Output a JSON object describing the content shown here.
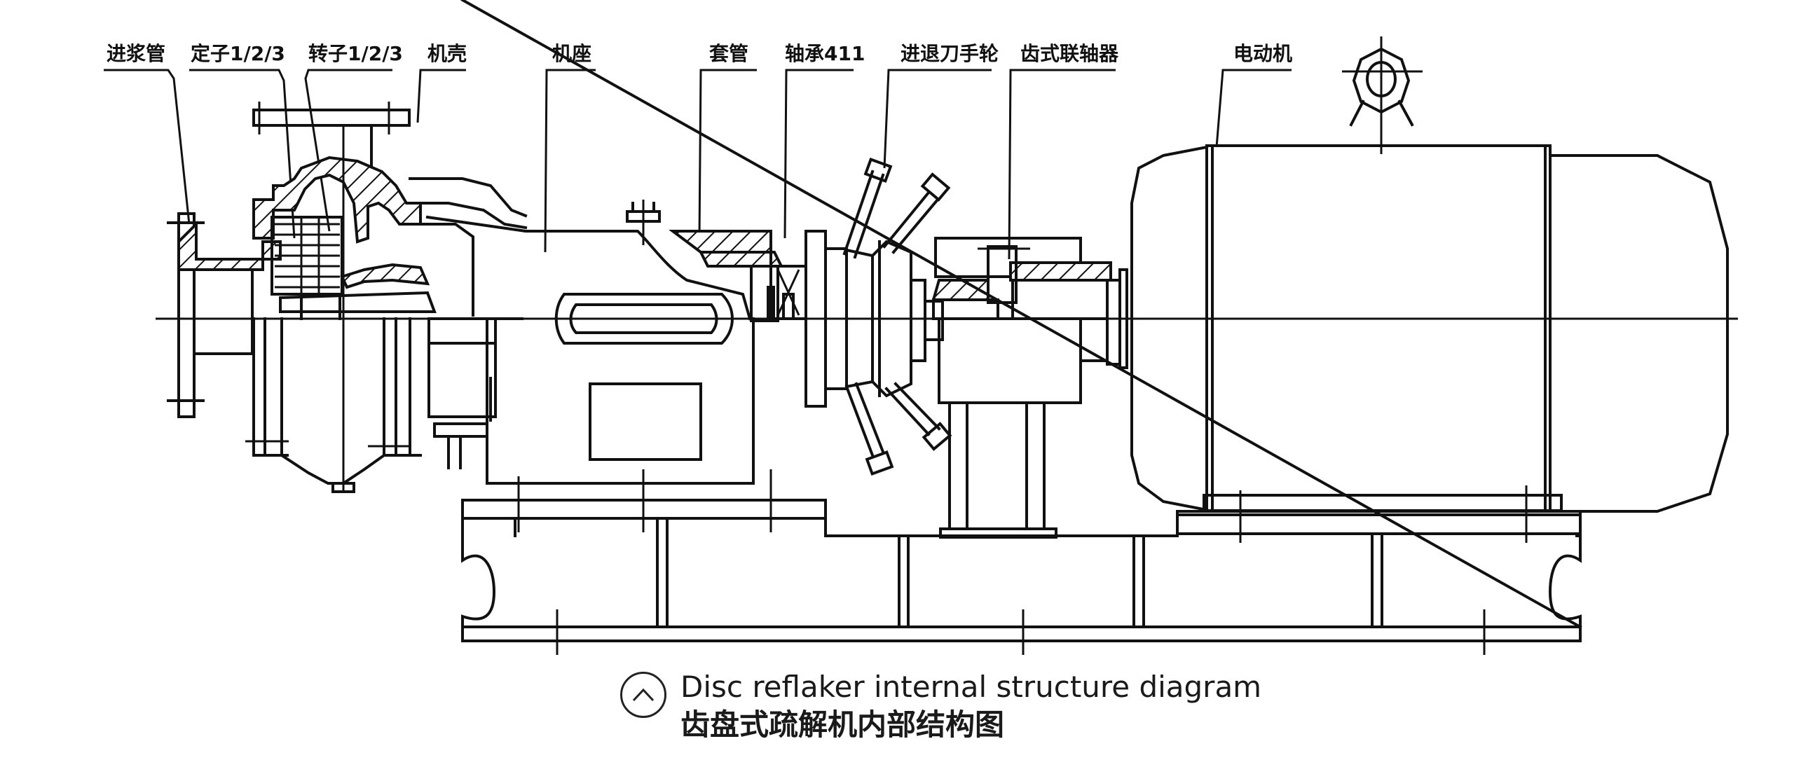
{
  "diagram": {
    "title": "Disc reflaker internal structure diagram",
    "title_zh": "齿盘式疏解机内部结构图",
    "collapse_icon": "chevron-up-icon",
    "line_color": "#111111",
    "background": "#ffffff",
    "callouts": [
      {
        "id": "inlet-pipe",
        "label": "进浆管"
      },
      {
        "id": "stator",
        "label": "定子1/2/3"
      },
      {
        "id": "rotor",
        "label": "转子1/2/3"
      },
      {
        "id": "casing",
        "label": "机壳"
      },
      {
        "id": "machine-base",
        "label": "机座"
      },
      {
        "id": "sleeve",
        "label": "套管"
      },
      {
        "id": "bearing",
        "label": "轴承411"
      },
      {
        "id": "feed-handwheel",
        "label": "进退刀手轮"
      },
      {
        "id": "gear-coupling",
        "label": "齿式联轴器"
      },
      {
        "id": "motor",
        "label": "电动机"
      }
    ]
  }
}
